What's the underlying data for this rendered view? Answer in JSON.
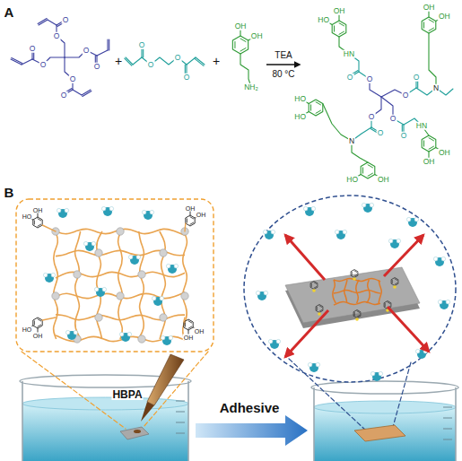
{
  "diagram": {
    "labels": [
      "A",
      "O",
      "O",
      "O",
      "O",
      "O",
      "O",
      "O",
      "O",
      "+",
      "O",
      "O",
      "O",
      "O",
      "+",
      "OH",
      "OH",
      "NH₂",
      "TEA",
      "80 °C",
      "O",
      "O",
      "HN",
      "O",
      "O",
      "N",
      "O",
      "O",
      "N",
      "O",
      "O",
      "HN",
      "HO",
      "OH",
      "OH",
      "OH",
      "OH",
      "OH",
      "HO",
      "HO",
      "HO",
      "OH",
      "B",
      "HO",
      "OH",
      "OH",
      "OH",
      "OH",
      "HO",
      "OH",
      "OH",
      "HBPA",
      "Adhesive"
    ]
  }
}
